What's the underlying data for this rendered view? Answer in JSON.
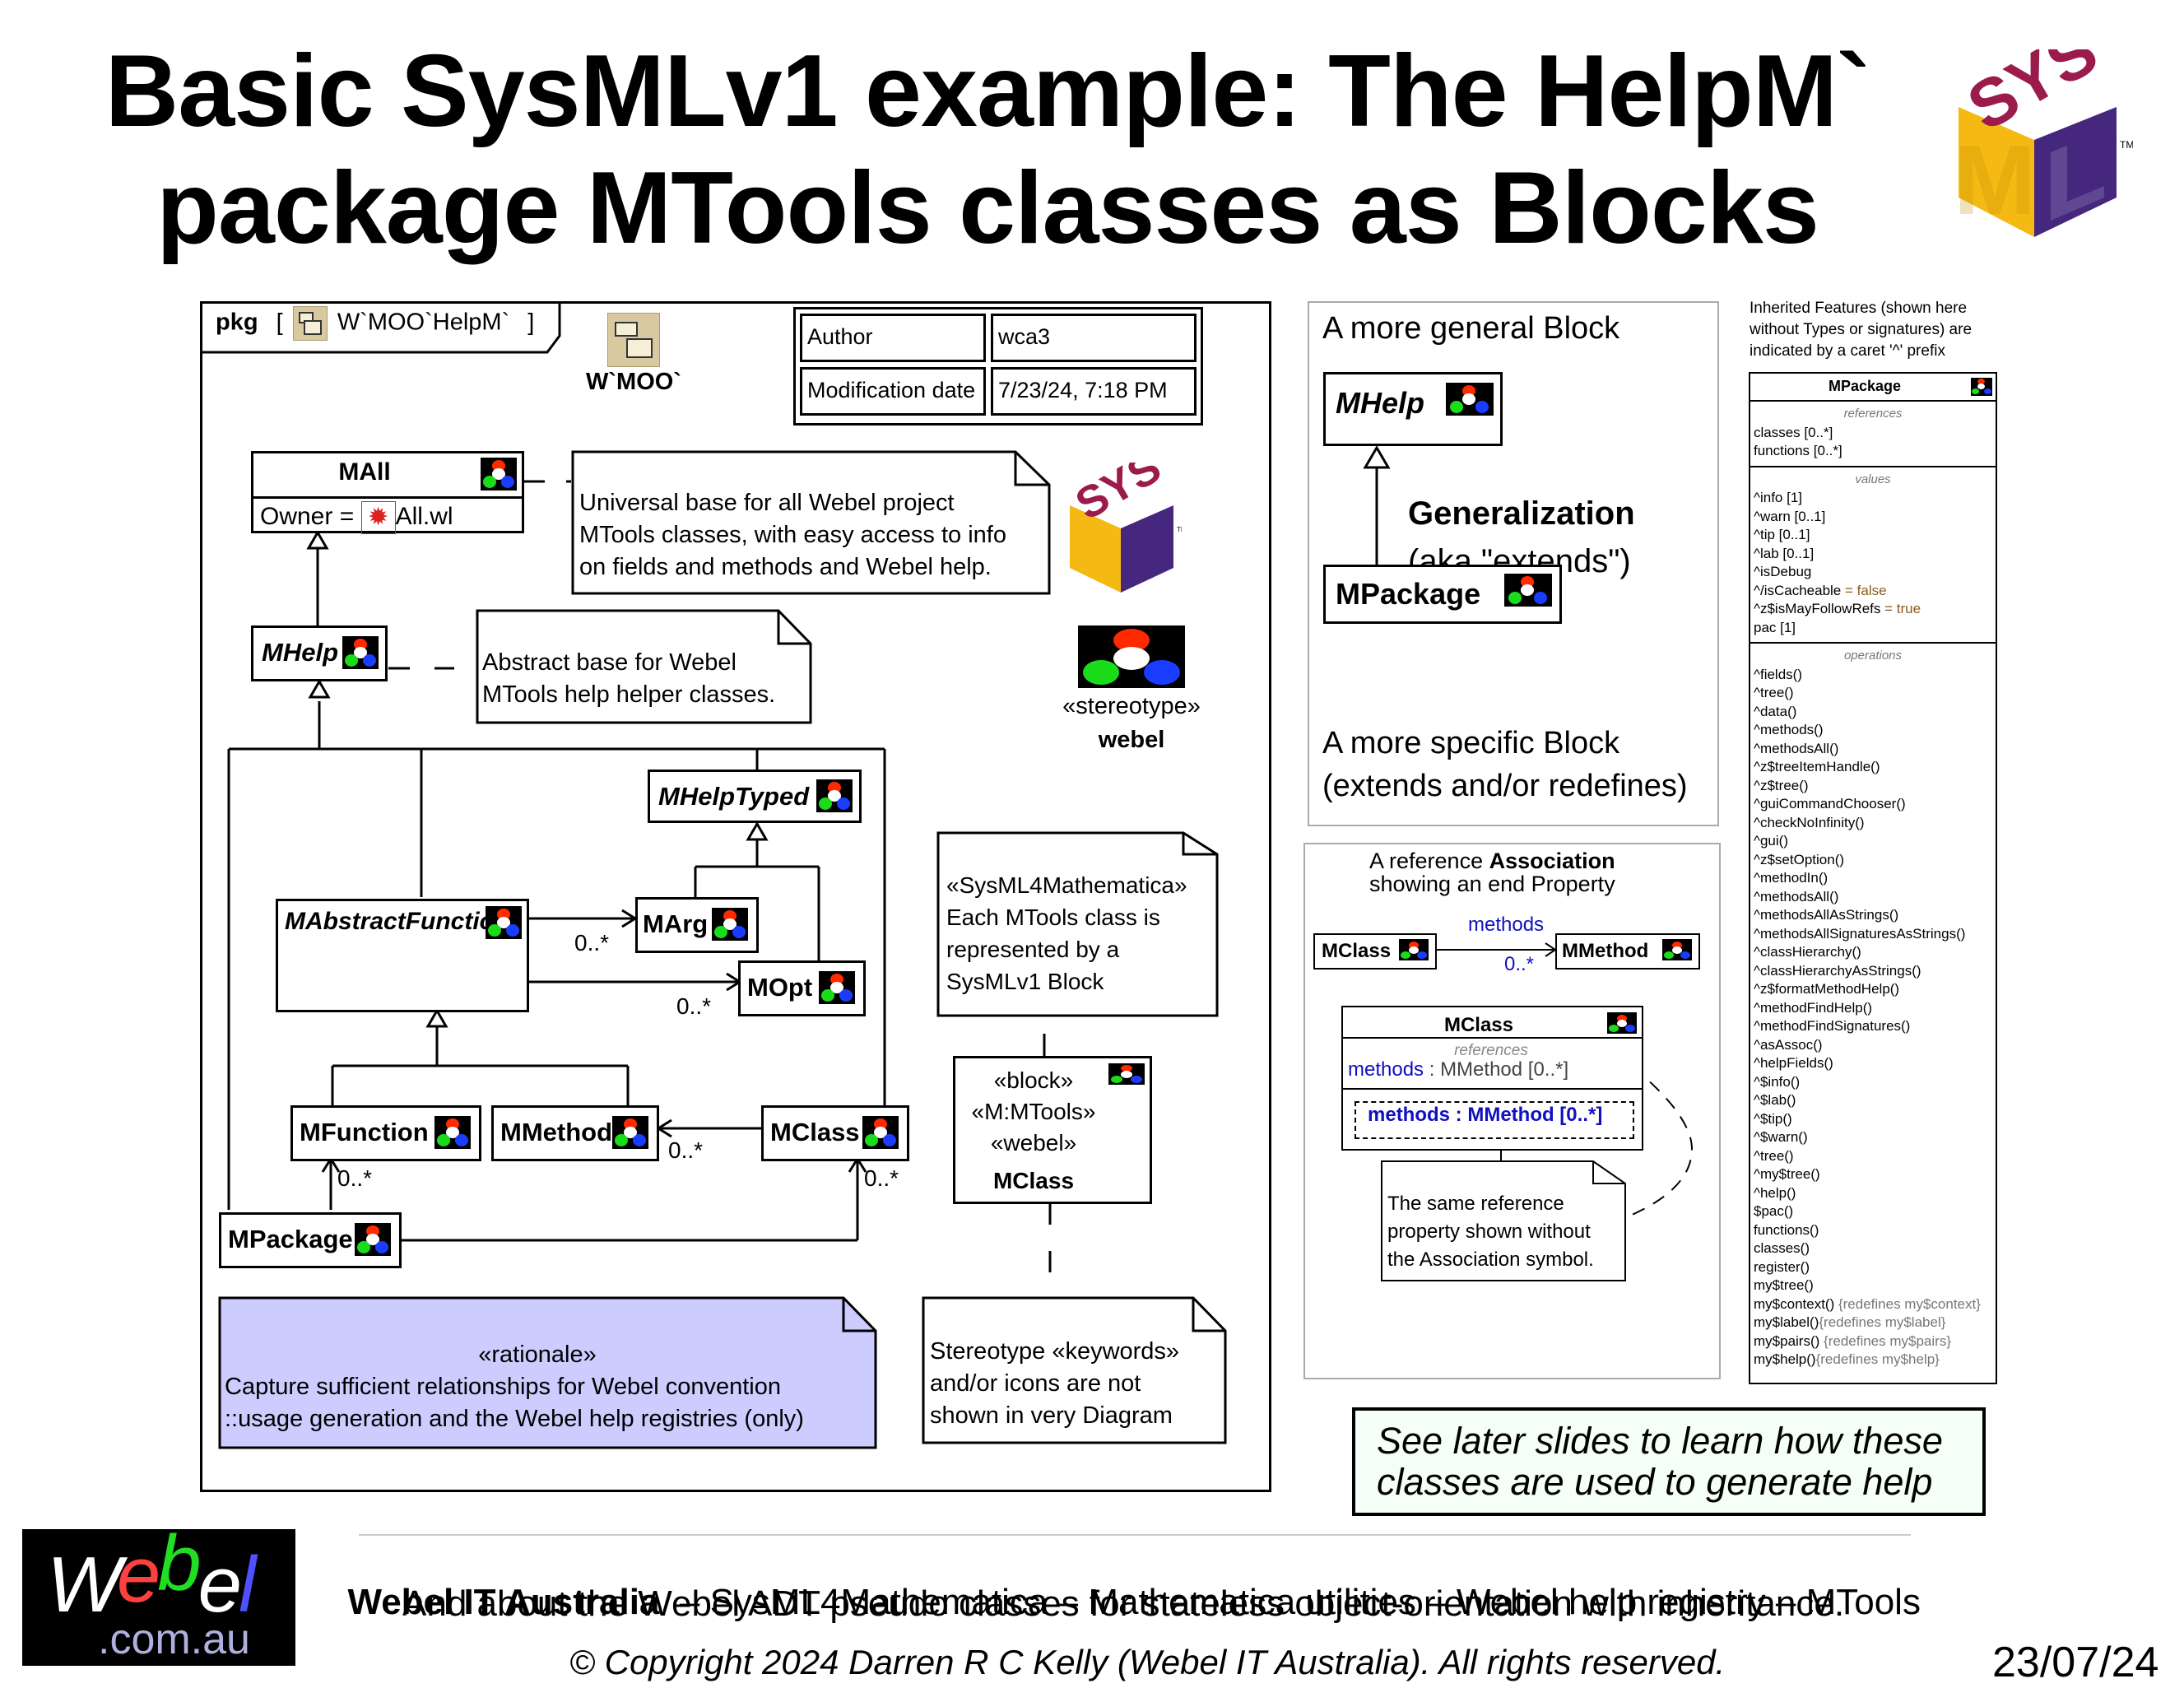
{
  "title": {
    "line1": "Basic SysMLv1 example: The HelpM`",
    "line2": "package MTools classes as Blocks"
  },
  "logos": {
    "sysml_logo": {
      "letters_top": "SYS",
      "letters_bottom": "ML",
      "trademark": "TM"
    },
    "webel_logo": {
      "word": "Webel",
      "domain": ".com.au"
    }
  },
  "colors": {
    "sysml_magenta": "#9b1b4b",
    "sysml_yellow": "#f5b914",
    "sysml_purple": "#45277e",
    "rationale_fill": "#ccccff",
    "see_later_fill": "#f4fff8",
    "ref_blue": "#1010c0",
    "package_icon": "#d9c9a0"
  },
  "diagram": {
    "frame_kind": "pkg",
    "frame_name": "W`MOO`HelpM`",
    "package_label": "W`MOO`",
    "info_table": [
      {
        "key": "Author",
        "value": "wca3"
      },
      {
        "key": "Modification date",
        "value": "7/23/24, 7:18 PM"
      }
    ],
    "blocks": {
      "mall": {
        "name": "MAll",
        "attribute_label": "Owner =",
        "attribute_value": "All.wl"
      },
      "mhelp": {
        "name": "MHelp"
      },
      "mhelptyped": {
        "name": "MHelpTyped"
      },
      "mabstractfunction": {
        "name": "MAbstractFunction"
      },
      "marg": {
        "name": "MArg"
      },
      "mopt": {
        "name": "MOpt"
      },
      "mfunction": {
        "name": "MFunction"
      },
      "mmethod": {
        "name": "MMethod"
      },
      "mclass": {
        "name": "MClass"
      },
      "mpackage": {
        "name": "MPackage"
      }
    },
    "multiplicities": {
      "af_to_marg": "0..*",
      "af_to_mopt": "0..*",
      "mclass_to_mmethod": "0..*",
      "mpackage_to_mfunction": "0..*",
      "mpackage_to_mclass": "0..*"
    },
    "notes": {
      "universal": [
        "Universal base for all Webel project",
        "MTools classes, with easy access to info",
        "on fields and methods and Webel help."
      ],
      "abstract": [
        "Abstract base for Webel",
        "MTools help helper classes."
      ],
      "sysml4m": {
        "stereotype": "«SysML4Mathematica»",
        "lines": [
          "Each MTools class is",
          "represented by a",
          "SysMLv1 Block"
        ]
      },
      "rationale": {
        "stereotype": "«rationale»",
        "lines": [
          "Capture sufficient relationships for Webel convention",
          "::usage generation and the Webel help registries (only)"
        ]
      },
      "keywords": [
        "Stereotype «keywords»",
        "and/or icons are not",
        "shown in very Diagram"
      ]
    },
    "stereotype_icon": {
      "keyword": "«stereotype»",
      "name": "webel"
    },
    "full_block": {
      "stereotypes": [
        "«block»",
        "«M:MTools»",
        "«webel»"
      ],
      "name": "MClass"
    }
  },
  "generalization_panel": {
    "top_label": "A more general Block",
    "general_block": "MHelp",
    "relation_title": "Generalization",
    "relation_subtitle": "(aka \"extends\")",
    "specific_block": "MPackage",
    "bottom_label_1": "A more specific Block",
    "bottom_label_2": "(extends and/or redefines)"
  },
  "association_panel": {
    "heading_pre": "A reference ",
    "heading_bold": "Association",
    "heading_line2": "showing an end Property",
    "source": "MClass",
    "target": "MMethod",
    "role": "methods",
    "multiplicity": "0..*",
    "block_name": "MClass",
    "compartment_label": "references",
    "prop_name": "methods",
    "prop_type": " : MMethod [0..*]",
    "part_label": "methods : MMethod [0..*]",
    "note": [
      "The same reference",
      "property shown without",
      "the Association symbol."
    ]
  },
  "mpackage_panel": {
    "caption": [
      "Inherited Features (shown here",
      "without Types or signatures) are",
      "indicated by a caret '^' prefix"
    ],
    "block_name": "MPackage",
    "references_label": "references",
    "references": [
      "classes [0..*]",
      "functions [0..*]"
    ],
    "values_label": "values",
    "values": [
      {
        "name": "^info [1]"
      },
      {
        "name": "^warn [0..1]"
      },
      {
        "name": "^tip [0..1]"
      },
      {
        "name": "^lab [0..1]"
      },
      {
        "name": "^isDebug"
      },
      {
        "name": "^/isCacheable",
        "default": " = false"
      },
      {
        "name": "^z$isMayFollowRefs",
        "default": " = true"
      },
      {
        "name": "pac [1]"
      }
    ],
    "operations_label": "operations",
    "operations": [
      {
        "name": "^fields()"
      },
      {
        "name": "^tree()"
      },
      {
        "name": "^data()"
      },
      {
        "name": "^methods()"
      },
      {
        "name": "^methodsAll()"
      },
      {
        "name": "^z$treeItemHandle()"
      },
      {
        "name": "^z$tree()"
      },
      {
        "name": "^guiCommandChooser()"
      },
      {
        "name": "^checkNoInfinity()"
      },
      {
        "name": "^gui()"
      },
      {
        "name": "^z$setOption()"
      },
      {
        "name": "^methodIn()"
      },
      {
        "name": "^methodsAll()"
      },
      {
        "name": "^methodsAllAsStrings()"
      },
      {
        "name": "^methodsAllSignaturesAsStrings()"
      },
      {
        "name": "^classHierarchy()"
      },
      {
        "name": "^classHierarchyAsStrings()"
      },
      {
        "name": "^z$formatMethodHelp()"
      },
      {
        "name": "^methodFindHelp()"
      },
      {
        "name": "^methodFindSignatures()"
      },
      {
        "name": "^asAssoc()"
      },
      {
        "name": "^helpFields()"
      },
      {
        "name": "^$info()"
      },
      {
        "name": "^$lab()"
      },
      {
        "name": "^$tip()"
      },
      {
        "name": "^$warn()"
      },
      {
        "name": "^tree()"
      },
      {
        "name": "^my$tree()"
      },
      {
        "name": "^help()"
      },
      {
        "name": "$pac()"
      },
      {
        "name": "functions()"
      },
      {
        "name": "classes()"
      },
      {
        "name": "register()"
      },
      {
        "name": "my$tree()"
      },
      {
        "name": "my$context()",
        "redefines": " {redefines my$context}"
      },
      {
        "name": "my$label()",
        "redefines": "{redefines my$label}"
      },
      {
        "name": "my$pairs()",
        "redefines": " {redefines my$pairs}"
      },
      {
        "name": "my$help()",
        "redefines": "{redefines my$help}"
      }
    ]
  },
  "see_later": [
    "See later slides to learn how these",
    "classes are used to generate help"
  ],
  "footer": {
    "line1_bold": "Webel IT Australia",
    "line1_rest": "  – SysML4Mathematica – Mathematica utilities – Webel help registry – MTools",
    "line2": "And about the Webel ADT pseudo classes for stateless object-orientation with inheritance.",
    "copyright": "© Copyright 2024 Darren R C Kelly (Webel IT Australia). All rights reserved.",
    "date": "23/07/24"
  }
}
